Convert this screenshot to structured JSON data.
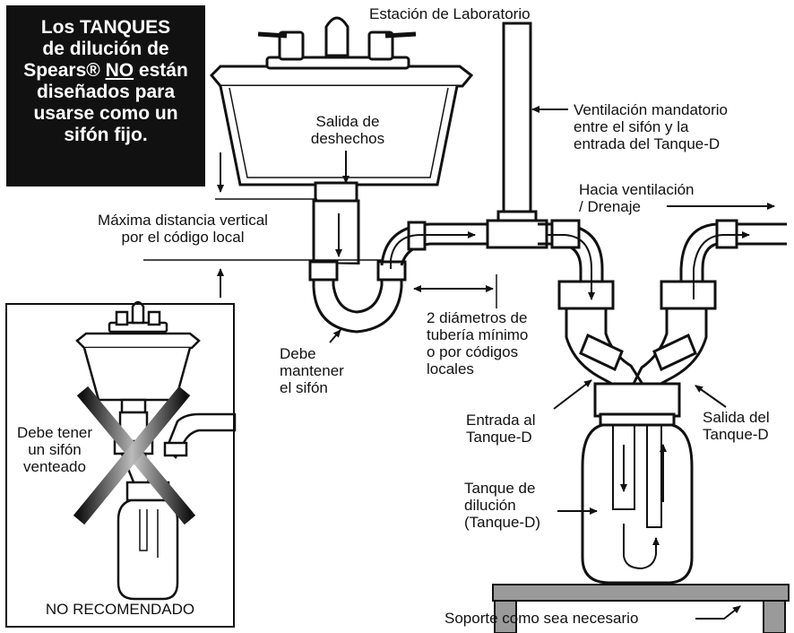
{
  "warning": {
    "line1": "Los TANQUES",
    "line2": "de dilución de",
    "line3_a": "Spears® ",
    "line3_b": "NO",
    "line3_c": " están",
    "line4": "diseñados para",
    "line5": "usarse como un",
    "line6": "sifón fijo."
  },
  "labels": {
    "station": "Estación de Laboratorio",
    "waste_outlet": [
      "Salida de",
      "deshechos"
    ],
    "vent_mandatory": [
      "Ventilación mandatorio",
      "entre el sifón y la",
      "entrada del Tanque-D"
    ],
    "to_vent": [
      "Hacia ventilación",
      "/ Drenaje"
    ],
    "max_vertical": [
      "Máxima distancia vertical",
      "por el código local"
    ],
    "two_diameters": [
      "2 diámetros de",
      "tubería mínimo",
      "o por códigos",
      "locales"
    ],
    "keep_trap": [
      "Debe",
      "mantener",
      "el sifón"
    ],
    "inlet": [
      "Entrada al",
      "Tanque-D"
    ],
    "outlet": [
      "Salida del",
      "Tanque-D"
    ],
    "dilution_tank": [
      "Tanque de",
      "dilución",
      "(Tanque-D)"
    ],
    "support": "Soporte como sea necesario",
    "must_vent": [
      "Debe tener",
      "un sifón",
      "venteado"
    ],
    "not_recommended": "NO RECOMENDADO"
  },
  "colors": {
    "ink": "#111111",
    "pipe": "#ffffff",
    "box": "#111111",
    "shelf": "#9a9a9a"
  }
}
